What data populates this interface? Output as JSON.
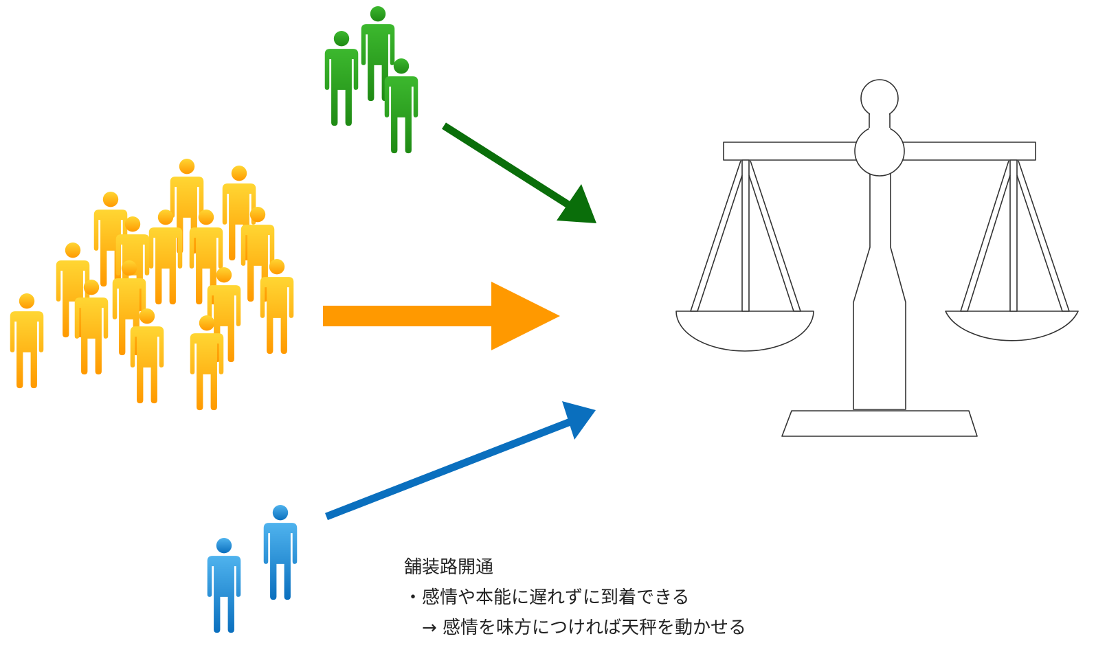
{
  "caption": {
    "title": "舗装路開通",
    "line1": "・感情や本能に遅れずに到着できる",
    "line2": "　→ 感情を味方につければ天秤を動かせる"
  },
  "colors": {
    "crowd_top": "#FFD633",
    "crowd_bottom": "#FF9900",
    "green_top": "#3CB82E",
    "green_bottom": "#1F8A14",
    "blue_top": "#4FB3EE",
    "blue_bottom": "#0A6FBE",
    "orange_arrow": "#FF9900",
    "green_arrow": "#0A6E0A",
    "blue_arrow": "#0A6FBE",
    "scale_stroke": "#333333"
  },
  "icons": {
    "person": "person-icon",
    "scale": "balance-scale-icon"
  }
}
